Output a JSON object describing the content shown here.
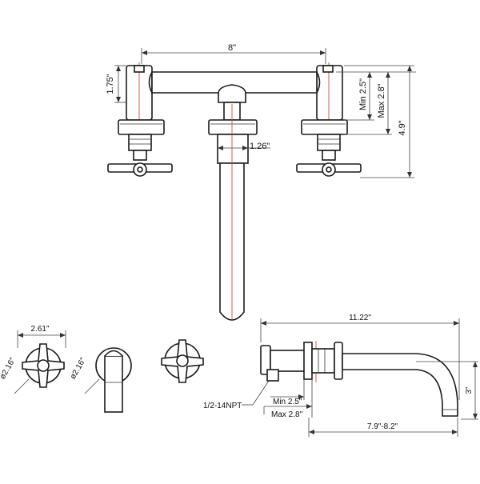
{
  "dimensions": {
    "spout_spread": "8\"",
    "handle_height": "1.75\"",
    "min_depth_top": "Min 2.5\"",
    "max_depth_top": "Max 2.8\"",
    "overall_height": "4.9\"",
    "spout_width": "1.26\"",
    "handle_span": "2.61\"",
    "handle_plate_dia": "ø2.16\"",
    "spout_plate_dia": "ø2.16\"",
    "overall_length": "11.22\"",
    "spout_drop": "3\"",
    "thread_spec": "1/2-14NPT",
    "min_depth_side": "Min 2.5\"",
    "max_depth_side": "Max 2.8\"",
    "spout_reach": "7.9\"-8.2\""
  }
}
